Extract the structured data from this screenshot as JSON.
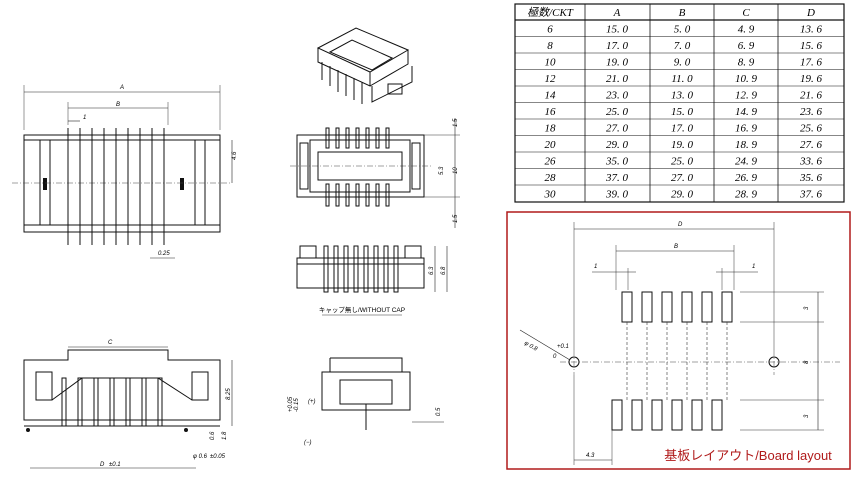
{
  "table": {
    "headers": [
      "極数/CKT",
      "A",
      "B",
      "C",
      "D"
    ],
    "rows": [
      [
        "6",
        "15. 0",
        "5. 0",
        "4. 9",
        "13. 6"
      ],
      [
        "8",
        "17. 0",
        "7. 0",
        "6. 9",
        "15. 6"
      ],
      [
        "10",
        "19. 0",
        "9. 0",
        "8. 9",
        "17. 6"
      ],
      [
        "12",
        "21. 0",
        "11. 0",
        "10. 9",
        "19. 6"
      ],
      [
        "14",
        "23. 0",
        "13. 0",
        "12. 9",
        "21. 6"
      ],
      [
        "16",
        "25. 0",
        "15. 0",
        "14. 9",
        "23. 6"
      ],
      [
        "18",
        "27. 0",
        "17. 0",
        "16. 9",
        "25. 6"
      ],
      [
        "20",
        "29. 0",
        "19. 0",
        "18. 9",
        "27. 6"
      ],
      [
        "26",
        "35. 0",
        "25. 0",
        "24. 9",
        "33. 6"
      ],
      [
        "28",
        "37. 0",
        "27. 0",
        "26. 9",
        "35. 6"
      ],
      [
        "30",
        "39. 0",
        "29. 0",
        "28. 9",
        "37. 6"
      ]
    ]
  },
  "top_view": {
    "dim_a": "A",
    "dim_b": "B",
    "pitch": "1",
    "height": "4.6",
    "lead_width": "0.25"
  },
  "side_view": {
    "height_1": "1.5",
    "height_2": "5.3",
    "height_3": "10",
    "height_4": "1.5"
  },
  "front_view": {
    "height_1": "6.3",
    "height_2": "6.8",
    "caption": "キャップ無し/WITHOUT CAP"
  },
  "bottom_view": {
    "dim_c": "C",
    "dim_d": "D",
    "tol_d": "±0.1",
    "height_1": "8.25",
    "height_2": "0.6",
    "height_3": "1.8",
    "hole": "φ 0.6",
    "hole_tol": "±0.05"
  },
  "section_view": {
    "tol_plus": "+0.05",
    "tol_minus": "-0.15",
    "plus_sign": "(+)",
    "minus_sign": "(−)",
    "dim": "0.5"
  },
  "board_layout": {
    "dim_d": "D",
    "dim_b": "B",
    "pitch_left": "1",
    "pitch_right": "1",
    "hole": "φ 0.8",
    "hole_tol_plus": "+0.1",
    "hole_tol_minus": "0",
    "height_1": "3",
    "height_2": "8",
    "height_3": "3",
    "offset": "4.3",
    "caption": "基板レイアウト/Board layout",
    "caption_color": "#b01a1a",
    "frame_color": "#b01a1a"
  }
}
